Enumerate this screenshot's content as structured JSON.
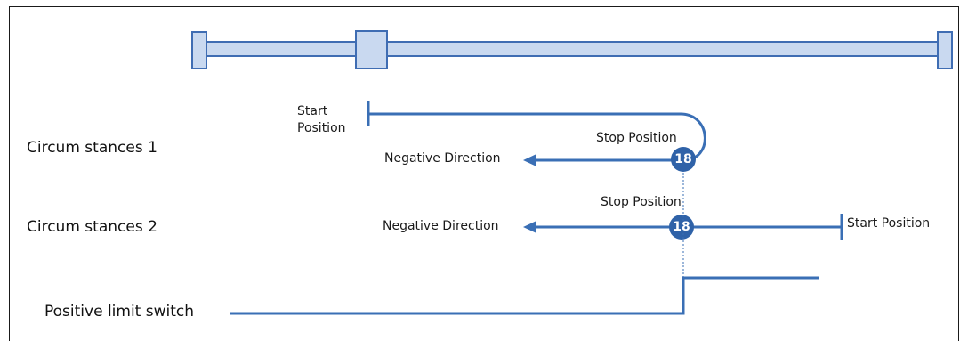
{
  "rows": {
    "circumstance_1": "Circum stances 1",
    "circumstance_2": "Circum stances 2",
    "limit_switch": "Positive limit switch"
  },
  "case1": {
    "start_line1": "Start",
    "start_line2": "Position",
    "stop_label": "Stop Position",
    "direction_label": "Negative Direction",
    "badge": "18"
  },
  "case2": {
    "start_label": "Start Position",
    "stop_label": "Stop Position",
    "direction_label": "Negative Direction",
    "badge": "18"
  },
  "colors": {
    "line": "#3a6fb5",
    "badge_fill": "#2f62a8",
    "rail_fill": "#c9d9f0",
    "rail_stroke": "#3f6db3"
  }
}
